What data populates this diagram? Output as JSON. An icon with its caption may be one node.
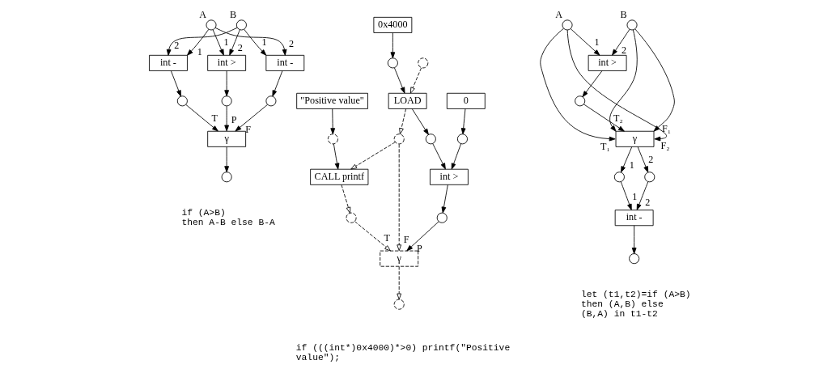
{
  "diagram": {
    "nodes": [
      {
        "text": [],
        "shape": "circle",
        "beside": [
          "A"
        ]
      },
      {
        "text": [],
        "shape": "circle",
        "beside": [
          "B"
        ]
      },
      {
        "text": [
          "int -"
        ]
      },
      {
        "text": [
          "int >"
        ]
      },
      {
        "text": [
          "int -"
        ]
      },
      {
        "text": [],
        "shape": "circle"
      },
      {
        "text": [],
        "shape": "circle"
      },
      {
        "text": [],
        "shape": "circle"
      },
      {
        "text": [
          "γ"
        ]
      },
      {
        "text": [],
        "shape": "circle"
      },
      {
        "text": [
          "0x4000"
        ]
      },
      {
        "text": [],
        "shape": "circle"
      },
      {
        "text": [],
        "shape": "circle"
      },
      {
        "text": [
          "0"
        ]
      },
      {
        "text": [
          "LOAD"
        ]
      },
      {
        "text": [
          "\"Positive value\""
        ]
      },
      {
        "text": [],
        "shape": "circle"
      },
      {
        "text": [],
        "shape": "circle"
      },
      {
        "text": [],
        "shape": "circle"
      },
      {
        "text": [],
        "shape": "circle"
      },
      {
        "text": [
          "CALL printf"
        ]
      },
      {
        "text": [
          "int >"
        ]
      },
      {
        "text": [],
        "shape": "circle"
      },
      {
        "text": [],
        "shape": "circle"
      },
      {
        "text": [
          "γ"
        ]
      },
      {
        "text": [],
        "shape": "circle"
      },
      {
        "text": [],
        "shape": "circle",
        "beside": [
          "A"
        ]
      },
      {
        "text": [],
        "shape": "circle",
        "beside": [
          "B"
        ]
      },
      {
        "text": [
          "int >"
        ]
      },
      {
        "text": [],
        "shape": "circle"
      },
      {
        "text": [
          "γ"
        ]
      },
      {
        "text": [],
        "shape": "circle"
      },
      {
        "text": [],
        "shape": "circle"
      },
      {
        "text": [
          "int -"
        ]
      },
      {
        "text": [],
        "shape": "circle"
      }
    ],
    "edges": [
      {
        "from": 0,
        "to": 2,
        "arrow": "to",
        "label": "1"
      },
      {
        "from": 1,
        "to": 2,
        "arrow": "to",
        "label": "2"
      },
      {
        "from": 0,
        "to": 3,
        "arrow": "to",
        "label": "1"
      },
      {
        "from": 1,
        "to": 3,
        "arrow": "to",
        "label": "2"
      },
      {
        "from": 0,
        "to": 4,
        "arrow": "to",
        "label": "2"
      },
      {
        "from": 1,
        "to": 4,
        "arrow": "to",
        "label": "1"
      },
      {
        "from": 2,
        "to": 5,
        "arrow": "to"
      },
      {
        "from": 3,
        "to": 6,
        "arrow": "to"
      },
      {
        "from": 4,
        "to": 7,
        "arrow": "to"
      },
      {
        "from": 5,
        "to": 8,
        "arrow": "to",
        "label": "T"
      },
      {
        "from": 6,
        "to": 8,
        "arrow": "to",
        "label": "P"
      },
      {
        "from": 7,
        "to": 8,
        "arrow": "to",
        "label": "F"
      },
      {
        "from": 8,
        "to": 9,
        "arrow": "to"
      },
      {
        "from": 10,
        "to": 11,
        "arrow": "to"
      },
      {
        "from": 11,
        "to": 14,
        "arrow": "to"
      },
      {
        "from": 12,
        "to": 14,
        "arrow": "to",
        "style": "dashed"
      },
      {
        "from": 13,
        "to": 16,
        "arrow": "to"
      },
      {
        "from": 14,
        "to": 17,
        "arrow": "to"
      },
      {
        "from": 14,
        "to": 18,
        "arrow": "to",
        "style": "dashed"
      },
      {
        "from": 15,
        "to": 19,
        "arrow": "to"
      },
      {
        "from": 18,
        "to": 20,
        "arrow": "to",
        "style": "dashed"
      },
      {
        "from": 19,
        "to": 20,
        "arrow": "to"
      },
      {
        "from": 16,
        "to": 21,
        "arrow": "to"
      },
      {
        "from": 17,
        "to": 21,
        "arrow": "to"
      },
      {
        "from": 21,
        "to": 22,
        "arrow": "to"
      },
      {
        "from": 18,
        "to": 24,
        "arrow": "to",
        "style": "dashed",
        "label": "F"
      },
      {
        "from": 20,
        "to": 23,
        "arrow": "to",
        "style": "dashed"
      },
      {
        "from": 22,
        "to": 24,
        "arrow": "to",
        "label": "P"
      },
      {
        "from": 23,
        "to": 24,
        "arrow": "to",
        "style": "dashed",
        "label": "T"
      },
      {
        "from": 24,
        "to": 25,
        "arrow": "to",
        "style": "dashed"
      },
      {
        "from": 26,
        "to": 28,
        "arrow": "to",
        "label": "1"
      },
      {
        "from": 27,
        "to": 28,
        "arrow": "to",
        "label": "2"
      },
      {
        "from": 28,
        "to": 29,
        "arrow": "to"
      },
      {
        "from": 26,
        "to": 30,
        "arrow": "to",
        "label": "T₁"
      },
      {
        "from": 27,
        "to": 30,
        "arrow": "to",
        "label": "T₂"
      },
      {
        "from": 29,
        "to": 30,
        "arrow": "to"
      },
      {
        "from": 27,
        "to": 30,
        "arrow": "to",
        "label": "F₁"
      },
      {
        "from": 26,
        "to": 30,
        "arrow": "to",
        "label": "F₂"
      },
      {
        "from": 30,
        "to": 31,
        "arrow": "to",
        "label": "1"
      },
      {
        "from": 30,
        "to": 32,
        "arrow": "to",
        "label": "2"
      },
      {
        "from": 31,
        "to": 33,
        "arrow": "to",
        "label": "1"
      },
      {
        "from": 32,
        "to": 33,
        "arrow": "to",
        "label": "2"
      },
      {
        "from": 33,
        "to": 34,
        "arrow": "to"
      }
    ],
    "labels": [
      "if (A>B) then A-B else B-A",
      "if (((int*)0x4000)*>0) printf(\"Positive value\");",
      "let (t1,t2)=if (A>B) then (A,B) else (B,A) in t1-t2"
    ]
  }
}
